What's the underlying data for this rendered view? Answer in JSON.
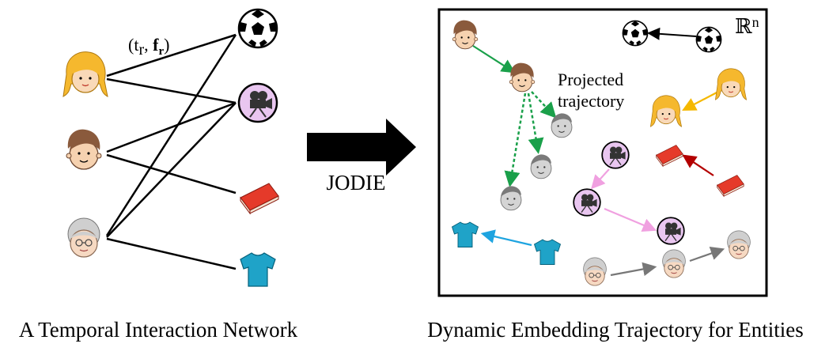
{
  "left_panel": {
    "caption": "A Temporal Interaction Network",
    "edge_label": {
      "t": "(t",
      "t_sub": "r",
      "comma": ", ",
      "f": "f",
      "f_sub": "r",
      "close": ")"
    },
    "users": [
      "blonde-girl",
      "brown-hair-boy",
      "grandmother"
    ],
    "items": [
      "soccer-ball",
      "movie-camera",
      "red-book",
      "blue-shirt"
    ]
  },
  "arrow": {
    "label": "JODIE"
  },
  "right_panel": {
    "caption": "Dynamic Embedding Trajectory for Entities",
    "space_label": "ℝ",
    "space_sup": "n",
    "annotation_line1": "Projected",
    "annotation_line2": "trajectory"
  },
  "colors": {
    "user_boy_trajectory": "#1aa04a",
    "projected_trajectory": "#1aa04a",
    "girl_trajectory": "#f5b800",
    "book_trajectory": "#b30000",
    "camera_trajectory": "#f0a0e0",
    "shirt_trajectory": "#1ea4e0",
    "grandma_trajectory": "#777777",
    "ball_trajectory": "#000000"
  }
}
